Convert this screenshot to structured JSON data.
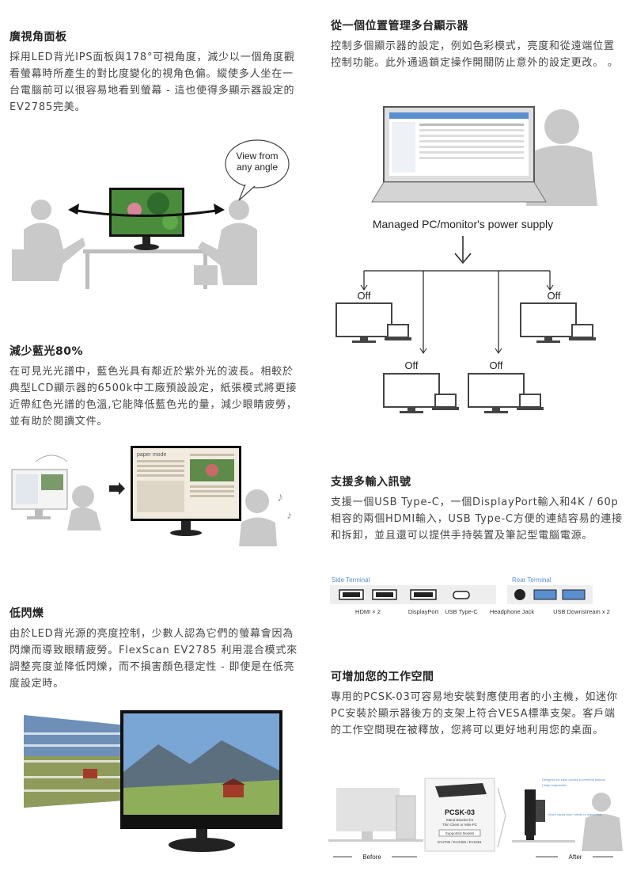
{
  "sections": {
    "wide_angle": {
      "heading": "廣視角面板",
      "body": "採用LED背光IPS面板與178°可視角度，減少以一個角度觀看螢幕時所產生的對比度變化的視角色偏。縱使多人坐在一台電腦前可以很容易地看到螢幕 - 這也使得多顯示器設定的EV2785完美。",
      "bubble_line1": "View from",
      "bubble_line2": "any angle"
    },
    "multi_monitor": {
      "heading": "從一個位置管理多台顯示器",
      "body": "控制多個顯示器的設定，例如色彩模式，亮度和從遠端位置控制功能。此外通過鎖定操作開關防止意外的設定更改。 。",
      "diagram_label": "Managed PC/monitor's power supply",
      "off_label": "Off"
    },
    "blue_light": {
      "heading": "減少藍光80%",
      "body": "在可見光光譜中，藍色光具有鄰近於紫外光的波長。相較於典型LCD顯示器的6500k中工廠預設設定，紙張模式將更接近帶紅色光譜的色溫,它能降低藍色光的量，減少眼睛疲勞，並有助於閱讀文件。",
      "screen_text": "paper mode"
    },
    "inputs": {
      "heading": "支援多輸入訊號",
      "body": "支援一個USB Type-C，一個DisplayPort輸入和4K / 60p相容的兩個HDMI輸入，USB Type-C方便的連結容易的連接和拆卸，並且還可以提供手持裝置及筆記型電腦電源。",
      "side_terminal": "Side Terminal",
      "rear_terminal": "Rear Terminal",
      "ports": [
        "HDMI × 2",
        "DisplayPort",
        "USB Type-C",
        "Headphone Jack",
        "USB Downstream x 2"
      ]
    },
    "flicker": {
      "heading": "低閃爍",
      "body": "由於LED背光源的亮度控制，少數人認為它們的螢幕會因為閃爍而導致眼睛疲勞。FlexScan EV2785 利用混合模式來調整亮度並降低閃爍，而不損害顏色穩定性 - 即使是在低亮度設定時。"
    },
    "workspace": {
      "heading": "可增加您的工作空間",
      "body": "專用的PCSK-03可容易地安裝對應使用者的小主機，如迷你PC安裝於顯示器後方的支架上符合VESA標準支架。客戶端的工作空間現在被釋放，您將可以更好地利用您的桌面。",
      "box_title": "PCSK-03",
      "box_sub1": "Stand Bracket for",
      "box_sub2": "Thin Client or Mini-PC",
      "box_models_label": "Supported Models",
      "box_models": "EV2785 / EV2456 / EV2451",
      "before_label": "Before",
      "after_label": "After",
      "note1": "Designed for easy access to terminal buttons",
      "note2": "Height adjustable",
      "note3": "Won't cause your clients to overcrowd"
    }
  },
  "colors": {
    "accent_blue": "#5a8fd0",
    "silhouette_gray": "#c9c9c9",
    "text_dark": "#222222"
  }
}
